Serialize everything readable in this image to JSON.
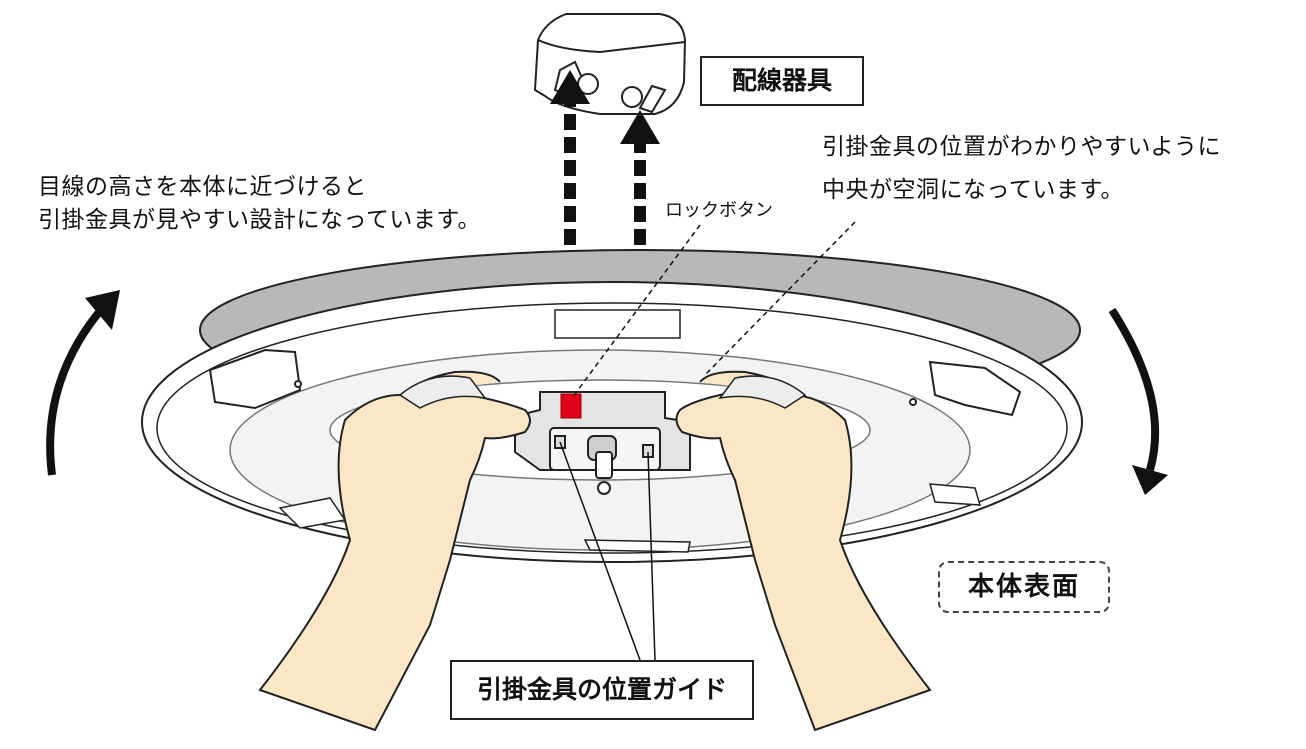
{
  "labels": {
    "wiring_fixture": "配線器具",
    "body_surface": "本体表面",
    "hook_guide": "引掛金具の位置ガイド",
    "lock_button": "ロックボタン",
    "left_note_line1": "目線の高さを本体に近づけると",
    "left_note_line2": "引掛金具が見やすい設計になっています。",
    "right_note_line1": "引掛金具の位置がわかりやすいように",
    "right_note_line2": "中央が空洞になっています。"
  },
  "colors": {
    "lock_button": "#e0001b",
    "skin": "#fbe7c6",
    "shade_top": "#b8b8b8",
    "outline": "#222222"
  },
  "icons": [
    "rotate-ccw-arrow-icon",
    "rotate-cw-arrow-icon",
    "dashed-up-arrow-icon"
  ]
}
